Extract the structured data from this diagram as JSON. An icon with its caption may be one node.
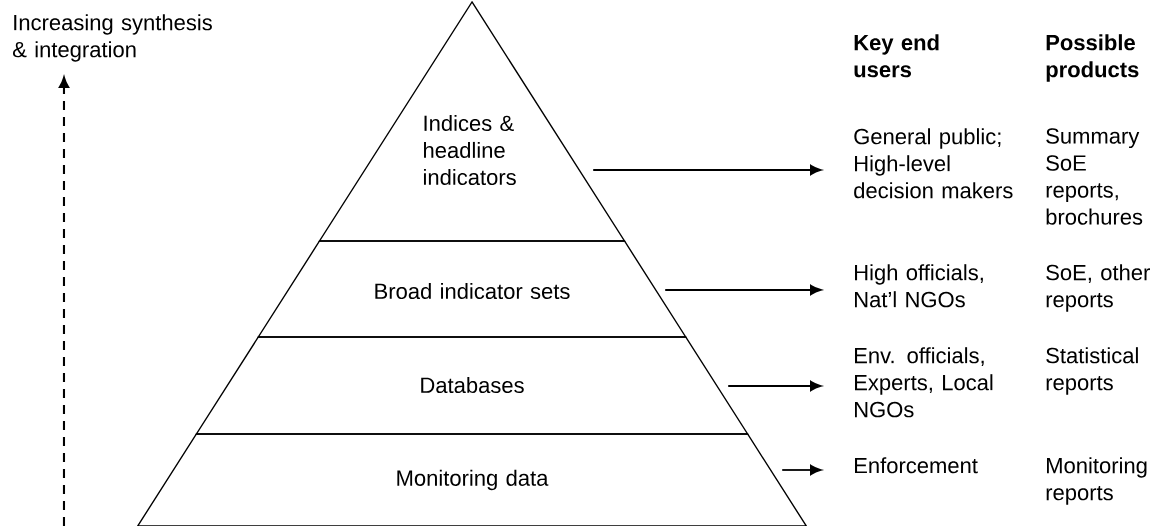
{
  "diagram": {
    "nodes": [
      {
        "text": [
          "Indices & headline indicators"
        ]
      },
      {
        "text": [
          "Broad indicator sets"
        ]
      },
      {
        "text": [
          "Databases"
        ]
      },
      {
        "text": [
          "Monitoring data"
        ]
      },
      {
        "text": [
          "General public; High-level decision makers"
        ]
      },
      {
        "text": [
          "High officials, Nat’l NGOs"
        ]
      },
      {
        "text": [
          "Env. officials, Experts, Local NGOs"
        ]
      },
      {
        "text": [
          "Enforcement"
        ]
      }
    ],
    "edges": [
      {
        "from": 0,
        "to": 4,
        "arrow": "to"
      },
      {
        "from": 1,
        "to": 5,
        "arrow": "to"
      },
      {
        "from": 2,
        "to": 6,
        "arrow": "to"
      },
      {
        "from": 3,
        "to": 7,
        "arrow": "to"
      }
    ],
    "labels": [
      "Increasing synthesis & integration",
      "Key end users",
      "Possible products",
      "Summary SoE reports, brochures",
      "SoE, other reports",
      "Statistical reports",
      "Monitoring reports"
    ]
  }
}
